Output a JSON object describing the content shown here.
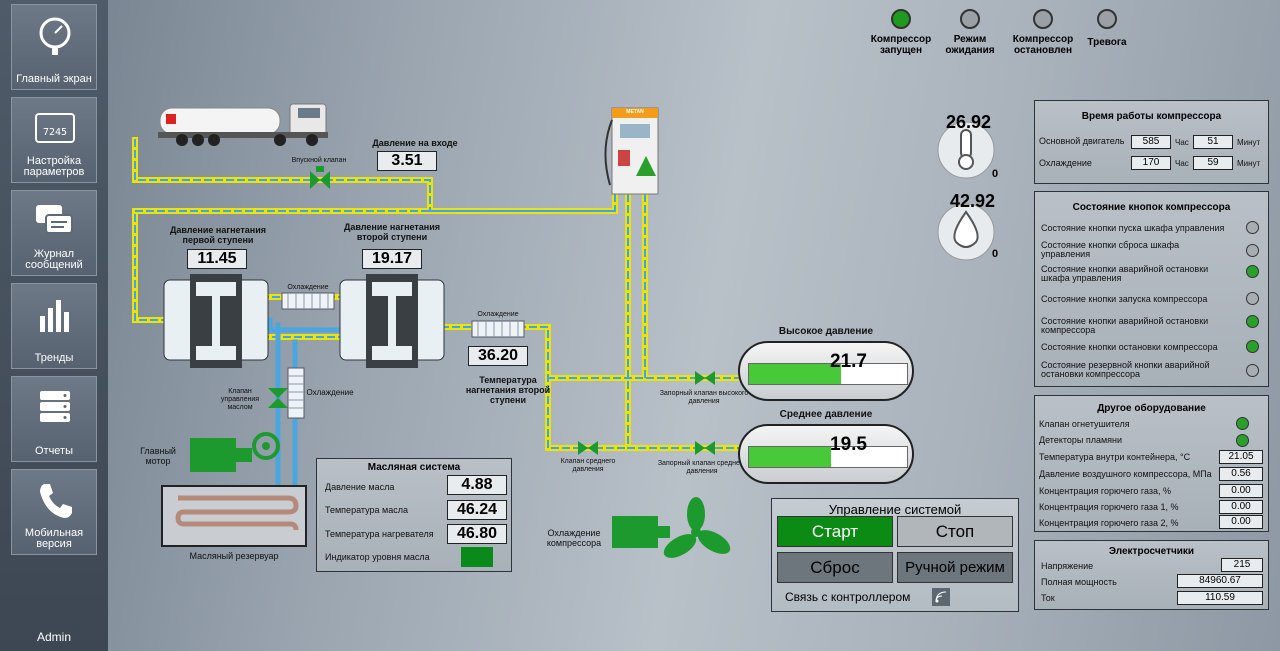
{
  "nav": [
    {
      "label": "Главный экран",
      "icon": "gauge-icon"
    },
    {
      "label": "Настройка параметров",
      "icon": "keypad-icon",
      "icon_text": "7245"
    },
    {
      "label": "Журнал сообщений",
      "icon": "messages-icon"
    },
    {
      "label": "Тренды",
      "icon": "bar-chart-icon"
    },
    {
      "label": "Отчеты",
      "icon": "database-icon"
    },
    {
      "label": "Мобильная версия",
      "icon": "phone-icon"
    }
  ],
  "user": "Admin",
  "status_lamps": [
    {
      "label": "Компрессор запущен",
      "color": "#1e9a1e"
    },
    {
      "label": "Режим ожидания",
      "color": "#9aa0a6"
    },
    {
      "label": "Компрессор остановлен",
      "color": "#9aa0a6"
    },
    {
      "label": "Тревога",
      "color": "#9aa0a6"
    }
  ],
  "process": {
    "inlet_pressure_label": "Давление на входе",
    "inlet_pressure": "3.51",
    "inlet_valve_label": "Впускной клапан",
    "stage1_label": "Давление нагнетания первой ступени",
    "stage1_value": "11.45",
    "stage2_label": "Давление нагнетания второй ступени",
    "stage2_value": "19.17",
    "cooling_label": "Охлаждение",
    "cooling2_label": "Охлаждение",
    "cooling3_label": "Охлаждение",
    "temp2_label": "Температура нагнетания второй ступени",
    "temp2_value": "36.20",
    "oil_valve_label": "Клапан управления маслом",
    "motor_label": "Главный мотор",
    "reservoir_label": "Масляный резервуар",
    "compressor_cooling_label": "Охлаждение компрессора",
    "hp_valve_label": "Запорный клапан высокого давления",
    "mp_valve_label": "Клапан среднего давления",
    "mp_shut_valve_label": "Запорный клапан среднего давления",
    "dispenser_brand": "METAN"
  },
  "gauges": {
    "temperature": "26.92",
    "temperature_sub": "0",
    "humidity": "42.92",
    "humidity_sub": "0"
  },
  "tanks": [
    {
      "label": "Высокое давление",
      "value": "21.7",
      "fill": 0.58,
      "color": "#47c93a"
    },
    {
      "label": "Среднее давление",
      "value": "19.5",
      "fill": 0.52,
      "color": "#47c93a"
    }
  ],
  "oil": {
    "title": "Масляная система",
    "rows": [
      {
        "label": "Давление масла",
        "value": "4.88"
      },
      {
        "label": "Температура масла",
        "value": "46.24"
      },
      {
        "label": "Температура нагревателя",
        "value": "46.80"
      }
    ],
    "level_label": "Индикатор уровня масла",
    "level_color": "#0a8a1a"
  },
  "control": {
    "title": "Управление системой",
    "start": "Старт",
    "stop": "Стоп",
    "reset": "Сброс",
    "manual": "Ручной режим",
    "link": "Связь с контроллером"
  },
  "runtime": {
    "title": "Время работы компрессора",
    "rows": [
      {
        "label": "Основной двигатель",
        "hours": "585",
        "h_unit": "Час",
        "minutes": "51",
        "m_unit": "Минут"
      },
      {
        "label": "Охлаждение",
        "hours": "170",
        "h_unit": "Час",
        "minutes": "59",
        "m_unit": "Минут"
      }
    ]
  },
  "buttons_state": {
    "title": "Состояние кнопок компрессора",
    "rows": [
      {
        "label": "Состояние кнопки пуска шкафа управления",
        "color": "#a8adb2"
      },
      {
        "label": "Состояние кнопки сброса шкафа управления",
        "color": "#a8adb2"
      },
      {
        "label": "Состояние кнопки аварийной остановки шкафа управления",
        "color": "#2aa02a"
      },
      {
        "label": "Состояние кнопки запуска компрессора",
        "color": "#a8adb2"
      },
      {
        "label": "Состояние кнопки аварийной остановки компрессора",
        "color": "#2aa02a"
      },
      {
        "label": "Состояние кнопки остановки компрессора",
        "color": "#2aa02a"
      },
      {
        "label": "Состояние резервной кнопки аварийной остановки компрессора",
        "color": "#a8adb2"
      }
    ]
  },
  "other": {
    "title": "Другое оборудование",
    "lamps": [
      {
        "label": "Клапан огнетушителя",
        "color": "#2aa02a"
      },
      {
        "label": "Детекторы пламяни",
        "color": "#2aa02a"
      }
    ],
    "rows": [
      {
        "label": "Температура внутри контейнера, °C",
        "value": "21.05"
      },
      {
        "label": "Давление воздушного компрессора, МПа",
        "value": "0.56"
      },
      {
        "label": "Концентрация горючего газа, %",
        "value": "0.00"
      },
      {
        "label": "Концентрация горючего газа 1, %",
        "value": "0.00"
      },
      {
        "label": "Концентрация горючего газа 2, %",
        "value": "0.00"
      }
    ]
  },
  "meters": {
    "title": "Электросчетчики",
    "rows": [
      {
        "label": "Напряжение",
        "value": "215"
      },
      {
        "label": "Полная мощность",
        "value": "84960.67"
      },
      {
        "label": "Ток",
        "value": "110.59"
      }
    ]
  }
}
